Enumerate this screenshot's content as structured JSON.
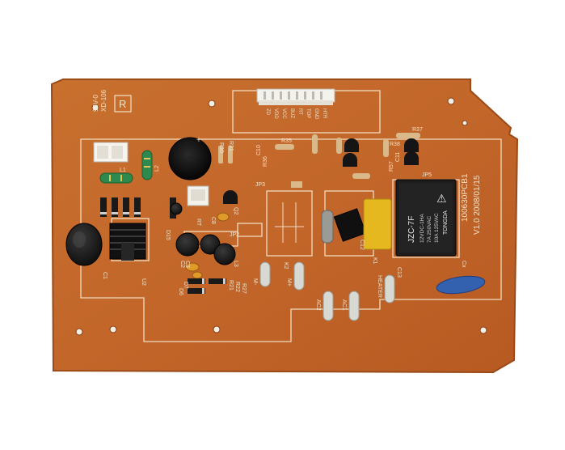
{
  "board": {
    "rating_line1": "94V-0",
    "rating_line2": "XD-106",
    "r_box": "R",
    "pcb_id": "100630PCB1",
    "version_date": "V1.0 2008/01/15",
    "colors": {
      "board": "#c86a2a",
      "board_edge": "#a8521c",
      "silk": "#f3e2c8",
      "pad": "#d9d9d4"
    }
  },
  "connector_pins": [
    "ZD",
    "VDD",
    "VCC",
    "BUZ",
    "RT",
    "TOP",
    "GND",
    "HTR"
  ],
  "relay": {
    "brand_line1": "JZC-7F",
    "rating_line1": "12VDC-1HA",
    "rating_line2": "7A 250VAC",
    "rating_line3": "10A 125VAC",
    "maker": "TONGDA"
  },
  "labels": {
    "l1": "L1",
    "l2": "L2",
    "r30": "R30",
    "r31": "R31",
    "r35": "R35",
    "r36": "R36",
    "r37": "R37",
    "r38": "R38",
    "r57": "R57",
    "c10": "C10",
    "c11": "C11",
    "jp2": "JP2",
    "jp3": "JP3",
    "jp5": "JP5",
    "d15": "D15",
    "rt": "RT",
    "c8": "C8",
    "q2": "Q2",
    "c1": "C1",
    "u2": "U2",
    "c2": "C2",
    "c3": "C3",
    "l3": "L3",
    "d6": "D6",
    "d7": "D7",
    "r21": "R21",
    "r22": "R22",
    "r27": "R27",
    "k1": "K1",
    "k2": "K2",
    "c12": "C12",
    "c13": "C13",
    "cx": "Cx",
    "m_minus": "M-",
    "m_plus": "M+",
    "ac2": "AC2",
    "ac1": "AC1",
    "heater": "HEATER",
    "plus": "+"
  }
}
